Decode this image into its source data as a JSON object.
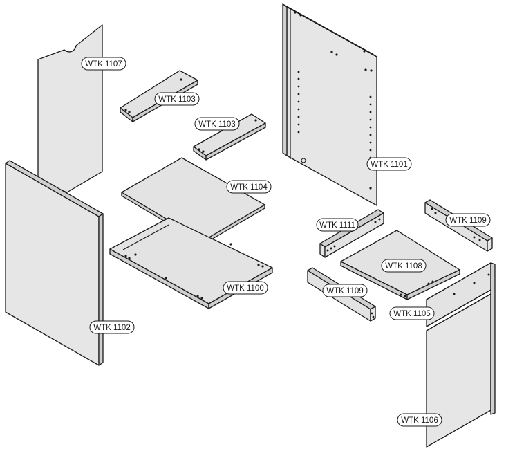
{
  "labels": {
    "wtk1107": "WTK 1107",
    "wtk1103_a": "WTK 1103",
    "wtk1103_b": "WTK 1103",
    "wtk1104": "WTK 1104",
    "wtk1100": "WTK 1100",
    "wtk1102": "WTK 1102",
    "wtk1101": "WTK 1101",
    "wtk1111": "WTK 1111",
    "wtk1109_a": "WTK 1109",
    "wtk1108": "WTK 1108",
    "wtk1109_b": "WTK 1109",
    "wtk1105": "WTK 1105",
    "wtk1106": "WTK 1106"
  }
}
